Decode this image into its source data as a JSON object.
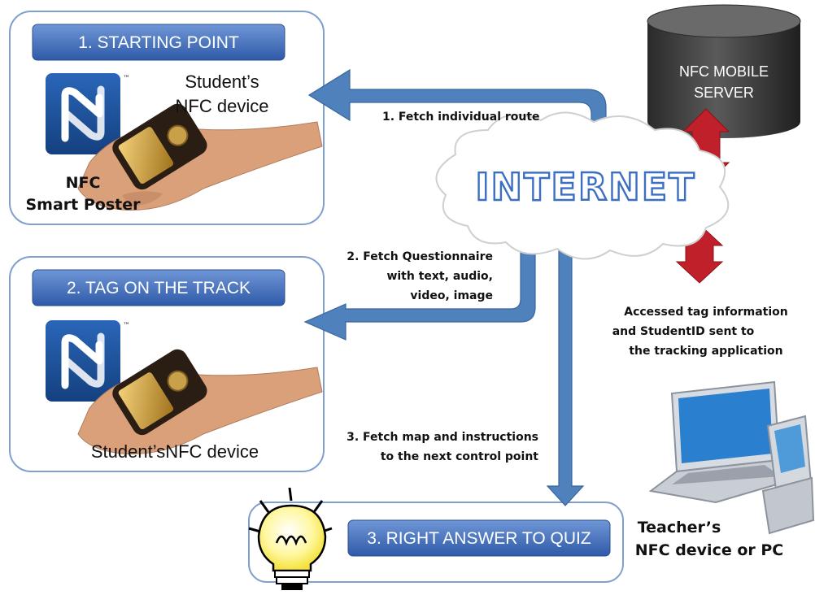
{
  "stations": {
    "start": {
      "banner": "1. STARTING POINT",
      "device_line1": "Student’s",
      "device_line2": "NFC device",
      "poster_line1": "NFC",
      "poster_line2": "Smart Poster"
    },
    "track": {
      "banner": "2. TAG ON THE TRACK",
      "device": "Student’sNFC device"
    },
    "quiz": {
      "banner": "3. RIGHT ANSWER TO QUIZ"
    }
  },
  "server": {
    "line1": "NFC MOBILE",
    "line2": "SERVER"
  },
  "cloud": {
    "label": "INTERNET"
  },
  "flows": {
    "fetch_route": "1. Fetch individual route",
    "fetch_questionnaire": [
      "2. Fetch Questionnaire",
      "with text, audio,",
      "video, image"
    ],
    "fetch_map": [
      "3. Fetch map and instructions",
      "to the next control point"
    ]
  },
  "tracking_note": [
    "Accessed tag information",
    "and StudentID sent to",
    "the tracking application"
  ],
  "teacher": {
    "line1": "Teacher’s",
    "line2": "NFC device or PC"
  },
  "nfc_mark": {
    "tm": "™"
  },
  "colors": {
    "banner": "#4472c4",
    "arrow": "#4f81bd",
    "box_border": "#7f9fcf",
    "double_arrow": "#c0202a",
    "server": "#3a3a3a"
  }
}
